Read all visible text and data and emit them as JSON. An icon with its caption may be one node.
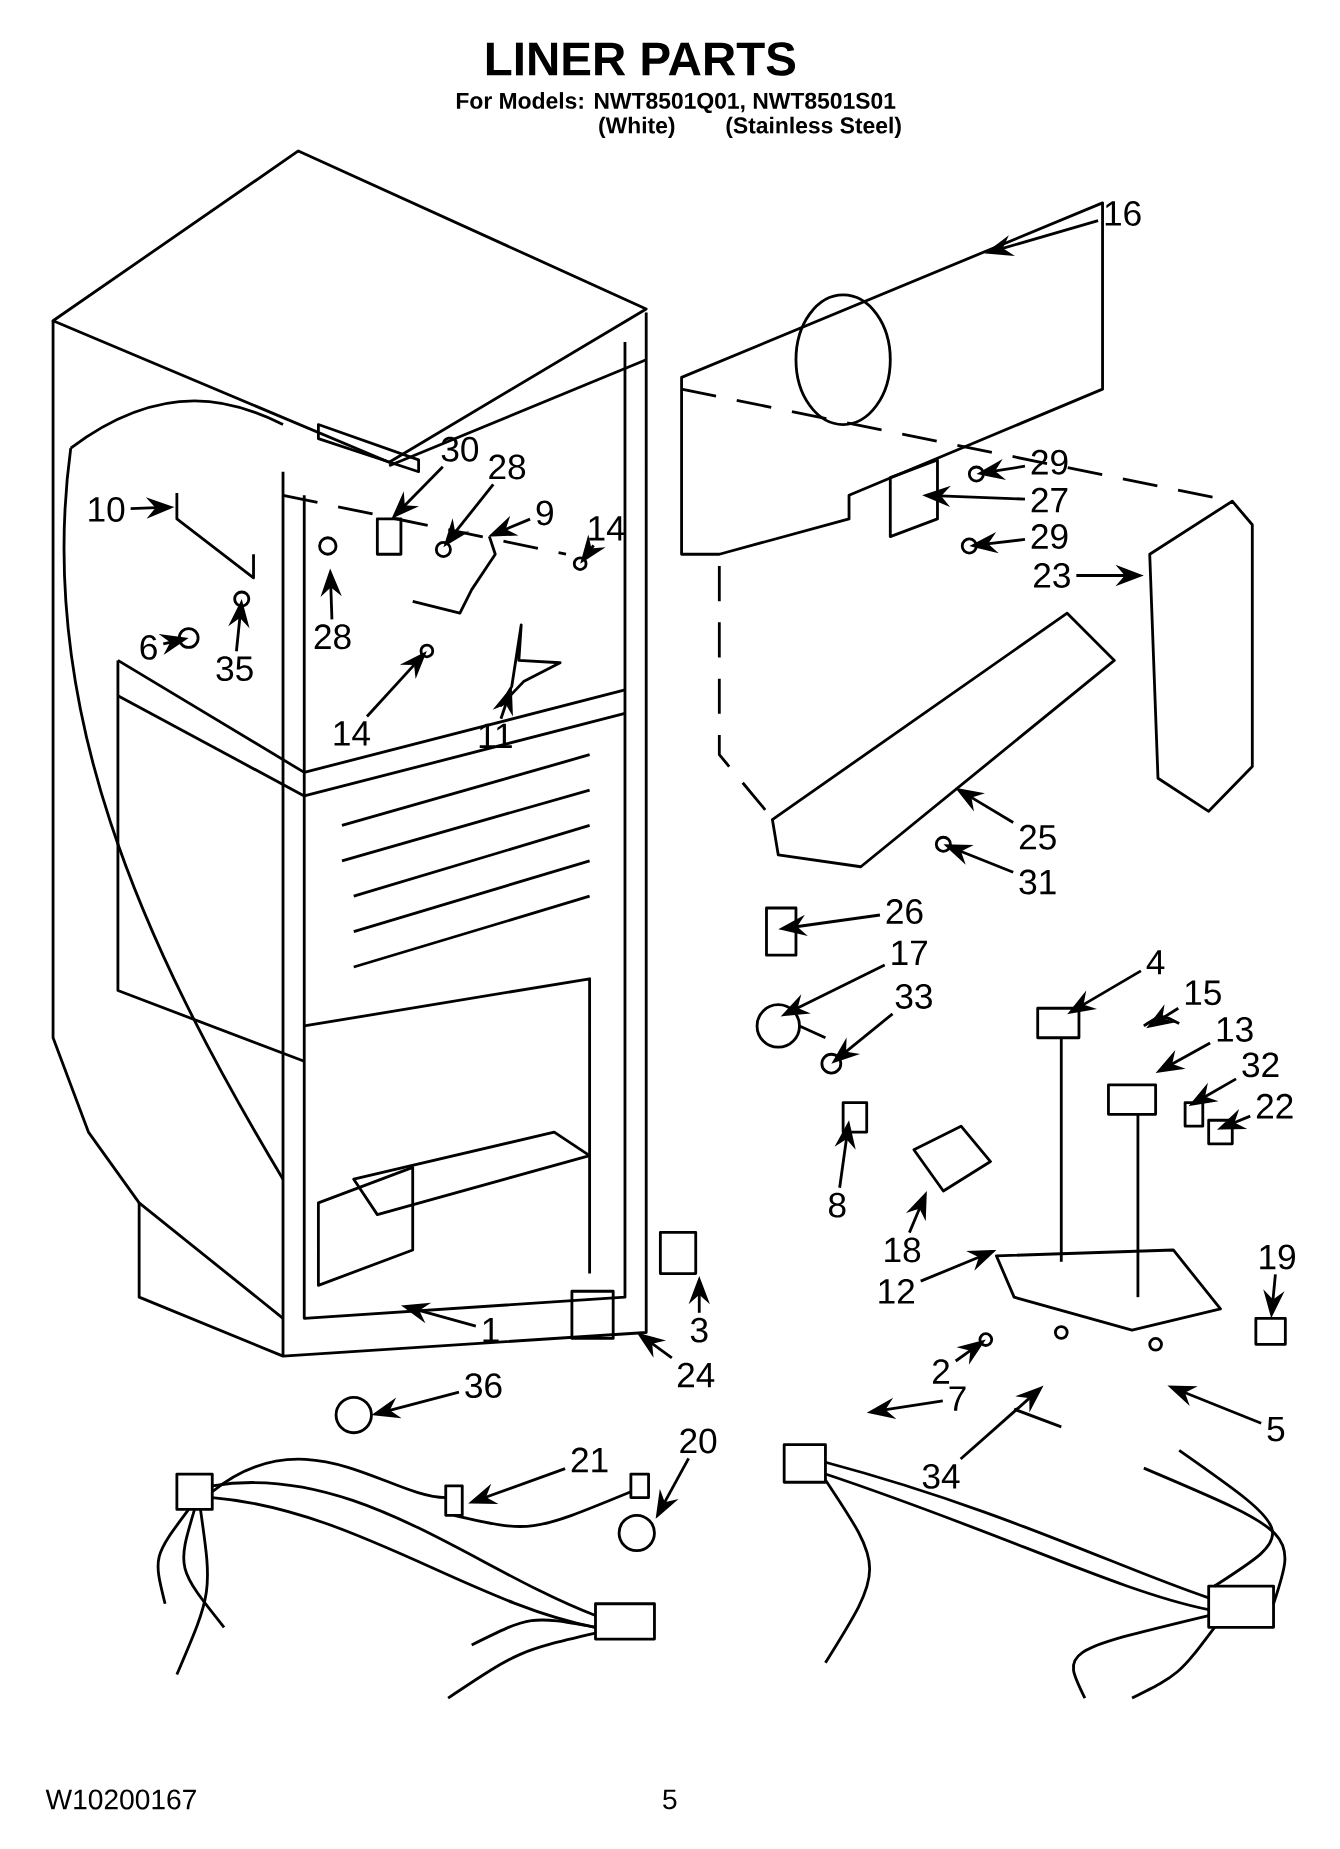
{
  "diagram": {
    "title": "LINER PARTS",
    "nodes": [
      {
        "text": [
          "16"
        ]
      },
      {
        "text": [
          "10"
        ]
      },
      {
        "text": [
          "30"
        ]
      },
      {
        "text": [
          "28"
        ]
      },
      {
        "text": [
          "9"
        ]
      },
      {
        "text": [
          "14"
        ]
      },
      {
        "text": [
          "28"
        ]
      },
      {
        "text": [
          "6"
        ]
      },
      {
        "text": [
          "35"
        ]
      },
      {
        "text": [
          "14"
        ]
      },
      {
        "text": [
          "11"
        ]
      },
      {
        "text": [
          "29"
        ]
      },
      {
        "text": [
          "27"
        ]
      },
      {
        "text": [
          "29"
        ]
      },
      {
        "text": [
          "23"
        ]
      },
      {
        "text": [
          "25"
        ]
      },
      {
        "text": [
          "31"
        ]
      },
      {
        "text": [
          "26"
        ]
      },
      {
        "text": [
          "17"
        ]
      },
      {
        "text": [
          "33"
        ]
      },
      {
        "text": [
          "4"
        ]
      },
      {
        "text": [
          "15"
        ]
      },
      {
        "text": [
          "13"
        ]
      },
      {
        "text": [
          "32"
        ]
      },
      {
        "text": [
          "22"
        ]
      },
      {
        "text": [
          "8"
        ]
      },
      {
        "text": [
          "18"
        ]
      },
      {
        "text": [
          "12"
        ]
      },
      {
        "text": [
          "19"
        ]
      },
      {
        "text": [
          "1"
        ]
      },
      {
        "text": [
          "3"
        ]
      },
      {
        "text": [
          "24"
        ]
      },
      {
        "text": [
          "2"
        ]
      },
      {
        "text": [
          "7"
        ]
      },
      {
        "text": [
          "34"
        ]
      },
      {
        "text": [
          "5"
        ]
      },
      {
        "text": [
          "36"
        ]
      },
      {
        "text": [
          "21"
        ]
      },
      {
        "text": [
          "20"
        ]
      }
    ],
    "edges": [
      {
        "from": 0,
        "to": null,
        "arrow": "to"
      },
      {
        "from": 1,
        "to": null,
        "arrow": "to"
      },
      {
        "from": 2,
        "to": null,
        "arrow": "to"
      },
      {
        "from": 3,
        "to": null,
        "arrow": "to"
      },
      {
        "from": 4,
        "to": null,
        "arrow": "to"
      },
      {
        "from": 5,
        "to": null,
        "arrow": "to"
      },
      {
        "from": 6,
        "to": null,
        "arrow": "to"
      },
      {
        "from": 7,
        "to": null,
        "arrow": "to"
      },
      {
        "from": 8,
        "to": null,
        "arrow": "to"
      },
      {
        "from": 9,
        "to": null,
        "arrow": "to"
      },
      {
        "from": 10,
        "to": null,
        "arrow": "to"
      },
      {
        "from": 11,
        "to": null,
        "arrow": "to"
      },
      {
        "from": 12,
        "to": null,
        "arrow": "to"
      },
      {
        "from": 13,
        "to": null,
        "arrow": "to"
      },
      {
        "from": 14,
        "to": null,
        "arrow": "to"
      },
      {
        "from": 15,
        "to": null,
        "arrow": "to"
      },
      {
        "from": 16,
        "to": null,
        "arrow": "to"
      },
      {
        "from": 17,
        "to": null,
        "arrow": "to"
      },
      {
        "from": 18,
        "to": null,
        "arrow": "to"
      },
      {
        "from": 19,
        "to": null,
        "arrow": "to"
      },
      {
        "from": 20,
        "to": null,
        "arrow": "to"
      },
      {
        "from": 21,
        "to": null,
        "arrow": "to"
      },
      {
        "from": 22,
        "to": null,
        "arrow": "to"
      },
      {
        "from": 23,
        "to": null,
        "arrow": "to"
      },
      {
        "from": 24,
        "to": null,
        "arrow": "to"
      },
      {
        "from": 25,
        "to": null,
        "arrow": "to"
      },
      {
        "from": 26,
        "to": null,
        "arrow": "to"
      },
      {
        "from": 27,
        "to": null,
        "arrow": "to"
      },
      {
        "from": 28,
        "to": null,
        "arrow": "to"
      },
      {
        "from": 29,
        "to": null,
        "arrow": "to"
      },
      {
        "from": 30,
        "to": null,
        "arrow": "to"
      },
      {
        "from": 31,
        "to": null,
        "arrow": "to"
      },
      {
        "from": 32,
        "to": null,
        "arrow": "to"
      },
      {
        "from": 33,
        "to": null,
        "arrow": "to"
      },
      {
        "from": 34,
        "to": null,
        "arrow": "to"
      },
      {
        "from": 35,
        "to": null,
        "arrow": "to"
      },
      {
        "from": 36,
        "to": null,
        "arrow": "to"
      },
      {
        "from": 37,
        "to": null,
        "arrow": "to"
      },
      {
        "from": 38,
        "to": null,
        "arrow": "to"
      }
    ],
    "labels": [
      "For Models: NWT8501Q01, NWT8501S01",
      "(White)",
      "(Stainless Steel)",
      "W10200167",
      "5"
    ]
  }
}
